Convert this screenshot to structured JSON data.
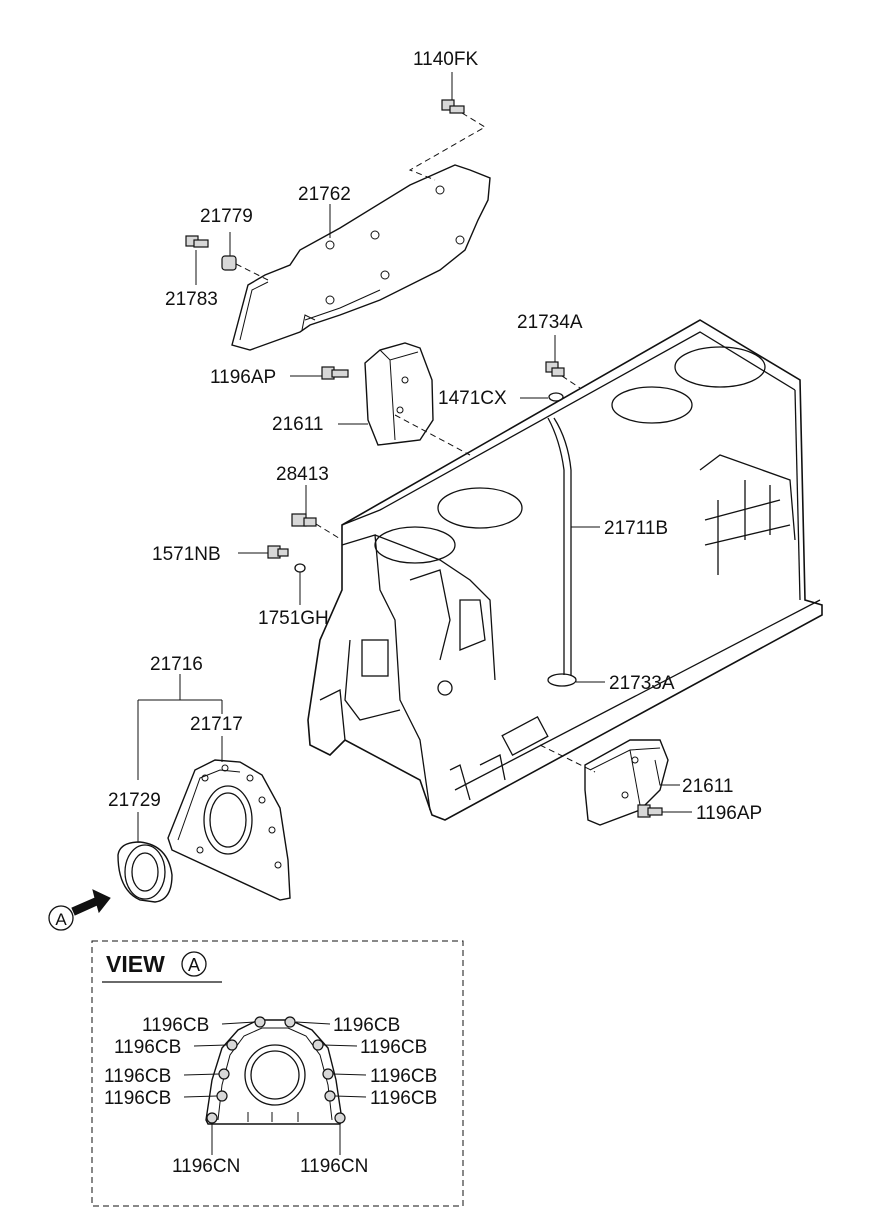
{
  "labels": {
    "p1140FK": "1140FK",
    "p21762": "21762",
    "p21779": "21779",
    "p21783": "21783",
    "p21734A": "21734A",
    "p1196AP_top": "1196AP",
    "p1471CX": "1471CX",
    "p21611_top": "21611",
    "p28413": "28413",
    "p21711B": "21711B",
    "p1571NB": "1571NB",
    "p1751GH": "1751GH",
    "p21716": "21716",
    "p21717": "21717",
    "p21733A": "21733A",
    "p21611_bottom": "21611",
    "p21729": "21729",
    "p1196AP_bottom": "1196AP",
    "view_marker": "A"
  },
  "view_a": {
    "title": "VIEW",
    "marker": "A",
    "cb_top_left": "1196CB",
    "cb_top_right": "1196CB",
    "cb_2_left": "1196CB",
    "cb_2_right": "1196CB",
    "cb_3_left": "1196CB",
    "cb_3_right": "1196CB",
    "cb_4_left": "1196CB",
    "cb_4_right": "1196CB",
    "cn_left": "1196CN",
    "cn_right": "1196CN"
  }
}
